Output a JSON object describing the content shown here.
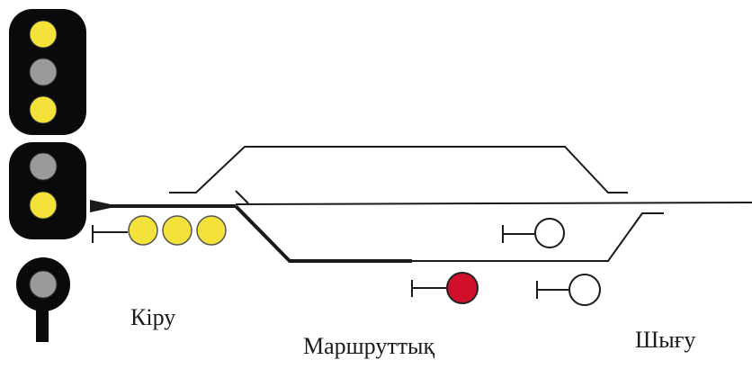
{
  "labels": {
    "entry": "Кіру",
    "route": "Маршруттық",
    "exit": "Шығу"
  },
  "signal_mast": {
    "upper_head": [
      "yellow",
      "grey",
      "yellow"
    ],
    "lower_head": [
      "grey",
      "yellow"
    ],
    "bottom_head": [
      "grey"
    ]
  },
  "track_signals": {
    "entry_signal": [
      "yellow",
      "yellow",
      "yellow"
    ],
    "route_signal": [
      "red"
    ],
    "exit_signal_upper": [
      "white"
    ],
    "exit_signal_lower": [
      "white"
    ]
  },
  "colors": {
    "yellow": "#f4e13a",
    "grey": "#9a9a9a",
    "red": "#d0102a",
    "white": "#ffffff",
    "housing": "#0a0a0a",
    "track": "#1a1a1a"
  }
}
